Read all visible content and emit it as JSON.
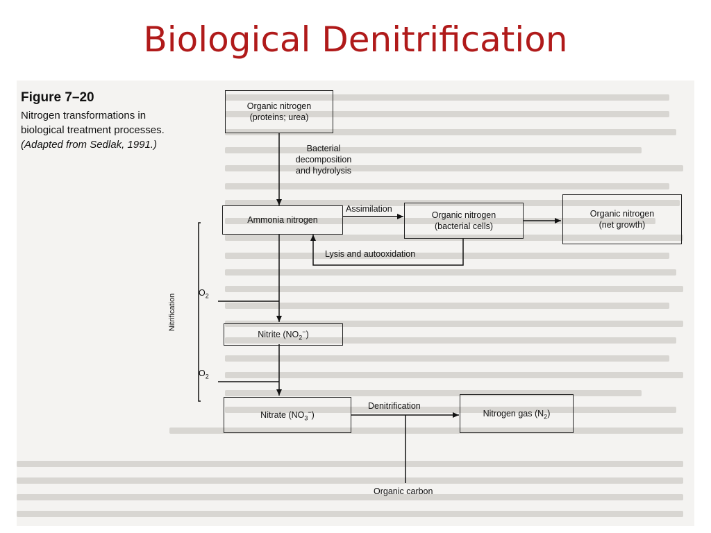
{
  "slide": {
    "title": "Biological Denitrification"
  },
  "figure": {
    "number": "Figure 7–20",
    "caption_main": "Nitrogen transformations in biological treatment processes. ",
    "caption_source": "(Adapted from Sedlak, 1991.)"
  },
  "nodes": {
    "organic_nitrogen_proteins": {
      "line1": "Organic nitrogen",
      "line2": "(proteins; urea)"
    },
    "ammonia_nitrogen": "Ammonia nitrogen",
    "organic_nitrogen_bacterial": {
      "line1": "Organic nitrogen",
      "line2": "(bacterial cells)"
    },
    "organic_nitrogen_growth": {
      "line1": "Organic nitrogen",
      "line2": "(net growth)"
    },
    "nitrite": "Nitrite (NO",
    "nitrite_sub": "2",
    "nitrite_sup": "−",
    "nitrate": "Nitrate (NO",
    "nitrate_sub": "3",
    "nitrate_sup": "−",
    "nitrogen_gas": "Nitrogen gas (N",
    "nitrogen_gas_sub": "2"
  },
  "labels": {
    "bacterial_decomposition": {
      "line1": "Bacterial",
      "line2": "decomposition",
      "line3": "and hydrolysis"
    },
    "assimilation": "Assimilation",
    "lysis": "Lysis and autooxidation",
    "o2": "O",
    "o2_sub": "2",
    "nitrification": "Nitrification",
    "denitrification": "Denitrification",
    "organic_carbon": "Organic carbon"
  }
}
